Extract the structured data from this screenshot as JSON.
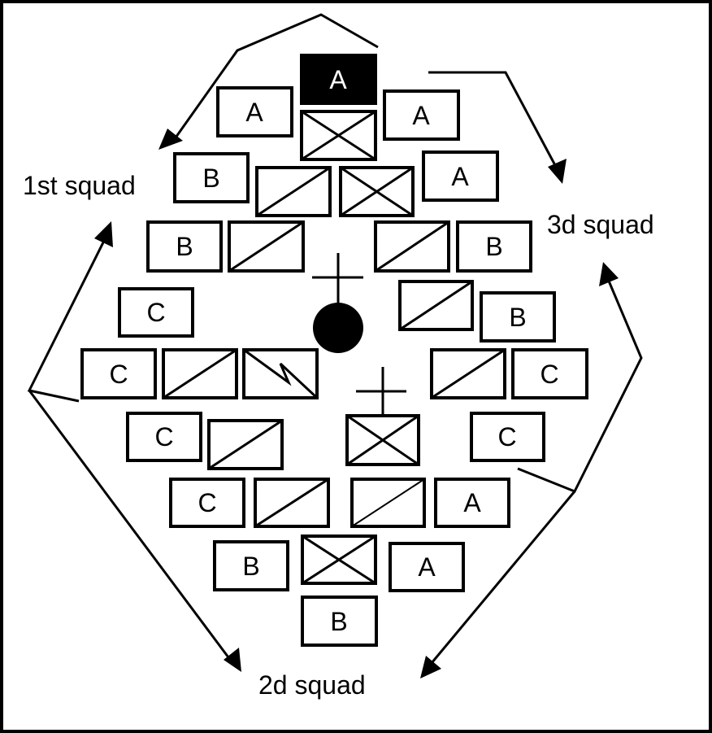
{
  "squads": {
    "first": "1st squad",
    "second": "2d squad",
    "third": "3d squad"
  },
  "team_labels": {
    "a": "A",
    "b": "B",
    "c": "C"
  },
  "symbols": {
    "leader": "crossed-box",
    "rifleman": "diagonal-box",
    "automatic_rifleman": "zigzag-box",
    "platoon_leader": "filled-circle-with-cross",
    "team_leader_filled": "filled-box"
  }
}
